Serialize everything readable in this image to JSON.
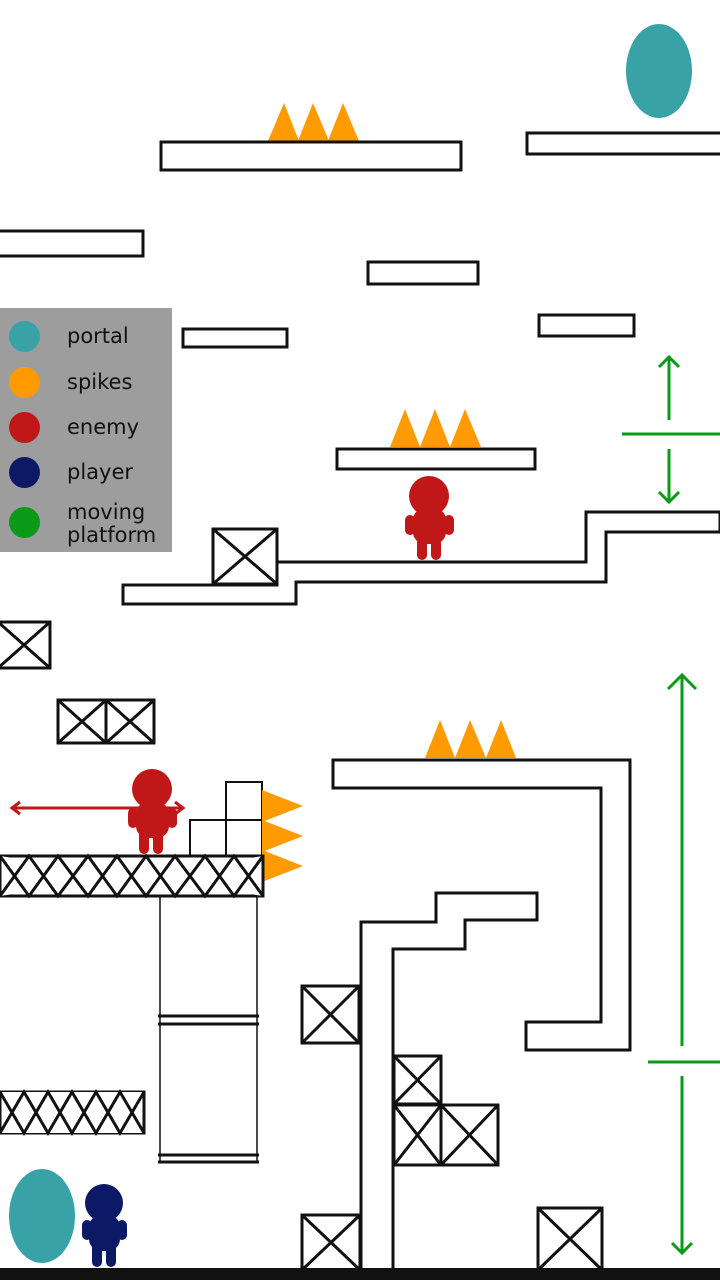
{
  "legend": {
    "items": [
      {
        "key": "portal",
        "label": "portal",
        "color": "#39a2a6"
      },
      {
        "key": "spikes",
        "label": "spikes",
        "color": "#ff9a00"
      },
      {
        "key": "enemy",
        "label": "enemy",
        "color": "#c01818"
      },
      {
        "key": "player",
        "label": "player",
        "color": "#0c1a66"
      },
      {
        "key": "moving",
        "label": "moving\nplatform",
        "label_line1": "moving",
        "label_line2": "platform",
        "color": "#0a9a18"
      }
    ]
  },
  "colors": {
    "portal": "#39a2a6",
    "spikes": "#ff9a00",
    "enemy": "#c01818",
    "player": "#0c1a66",
    "moving_platform": "#0a9a18",
    "outline": "#111111",
    "background": "#ffffff"
  },
  "entities": {
    "portals": 2,
    "enemies": 2,
    "players": 1,
    "spike_groups": 4,
    "moving_platform_indicators": 2
  }
}
